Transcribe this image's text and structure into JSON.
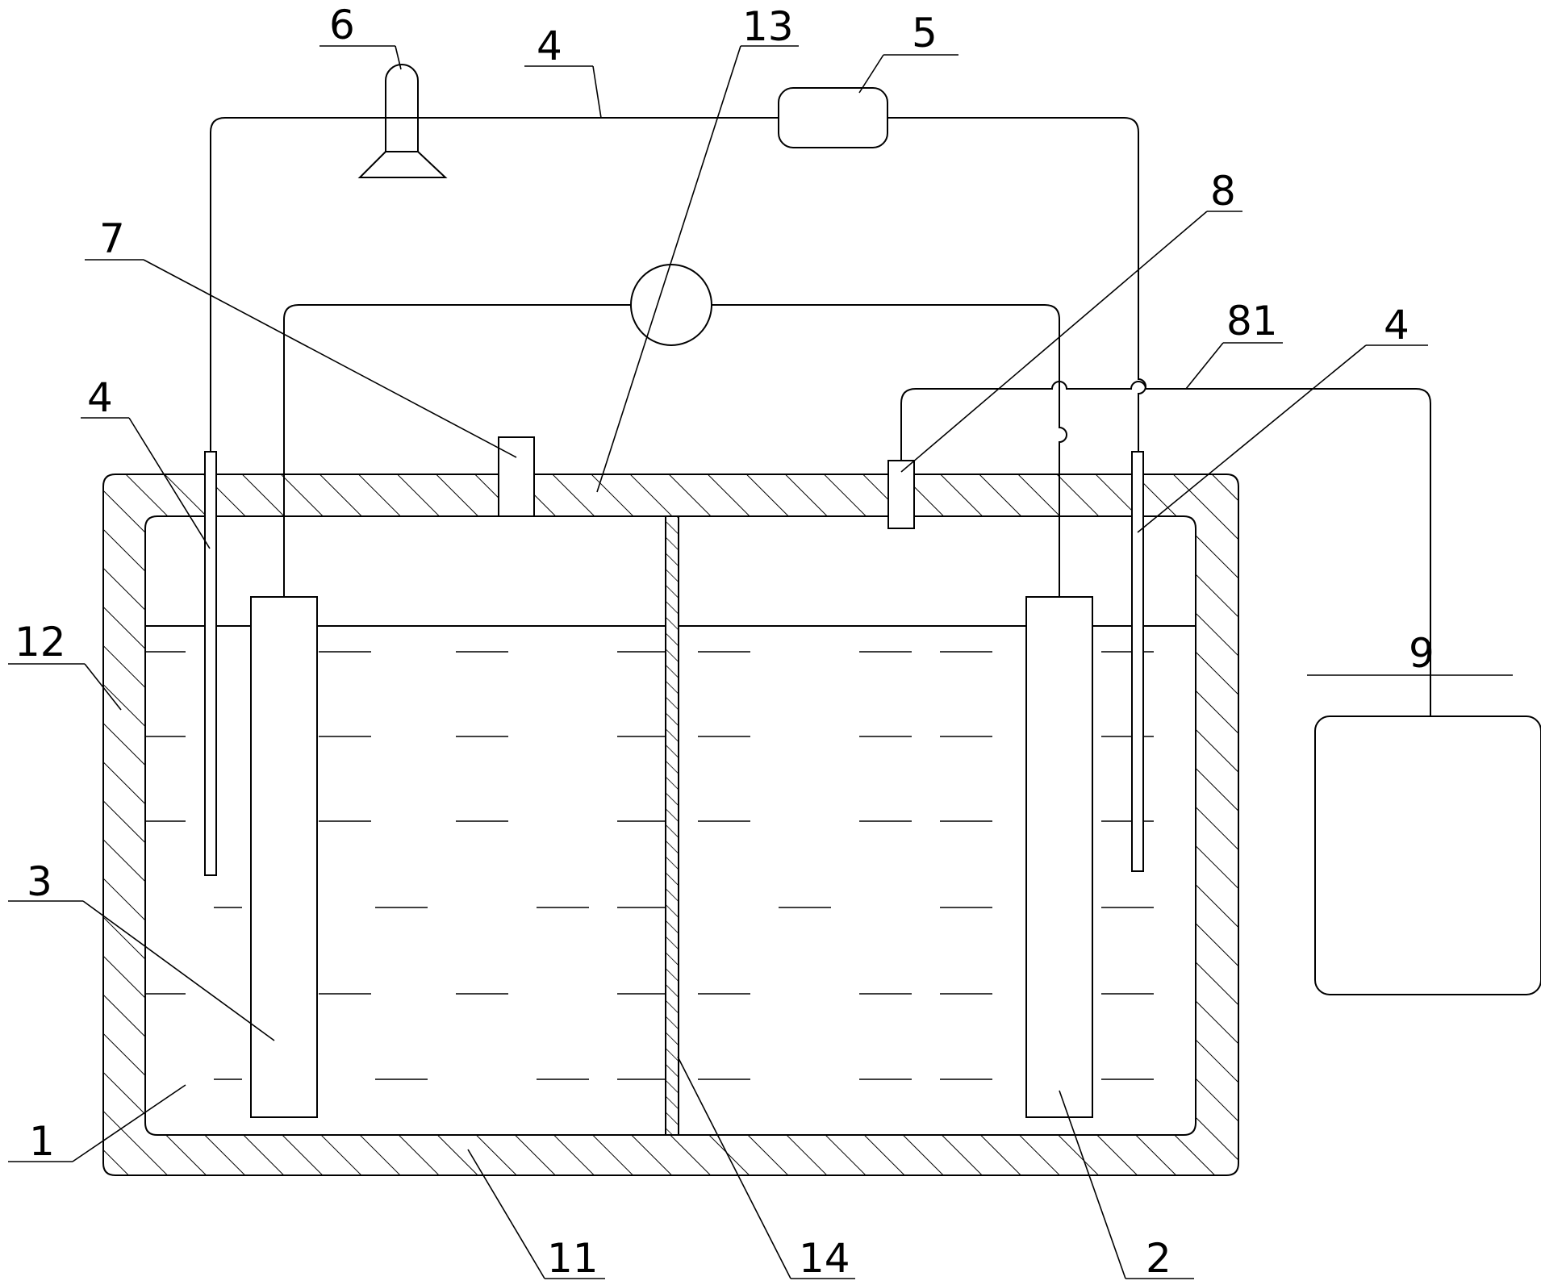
{
  "labels": {
    "l1": "1",
    "l2": "2",
    "l3": "3",
    "l4_top": "4",
    "l4_left": "4",
    "l4_right": "4",
    "l5": "5",
    "l6": "6",
    "l7": "7",
    "l8": "8",
    "l81": "81",
    "l9": "9",
    "l11": "11",
    "l12": "12",
    "l13": "13",
    "l14": "14"
  },
  "colors": {
    "line": "#000000",
    "background": "#ffffff"
  }
}
